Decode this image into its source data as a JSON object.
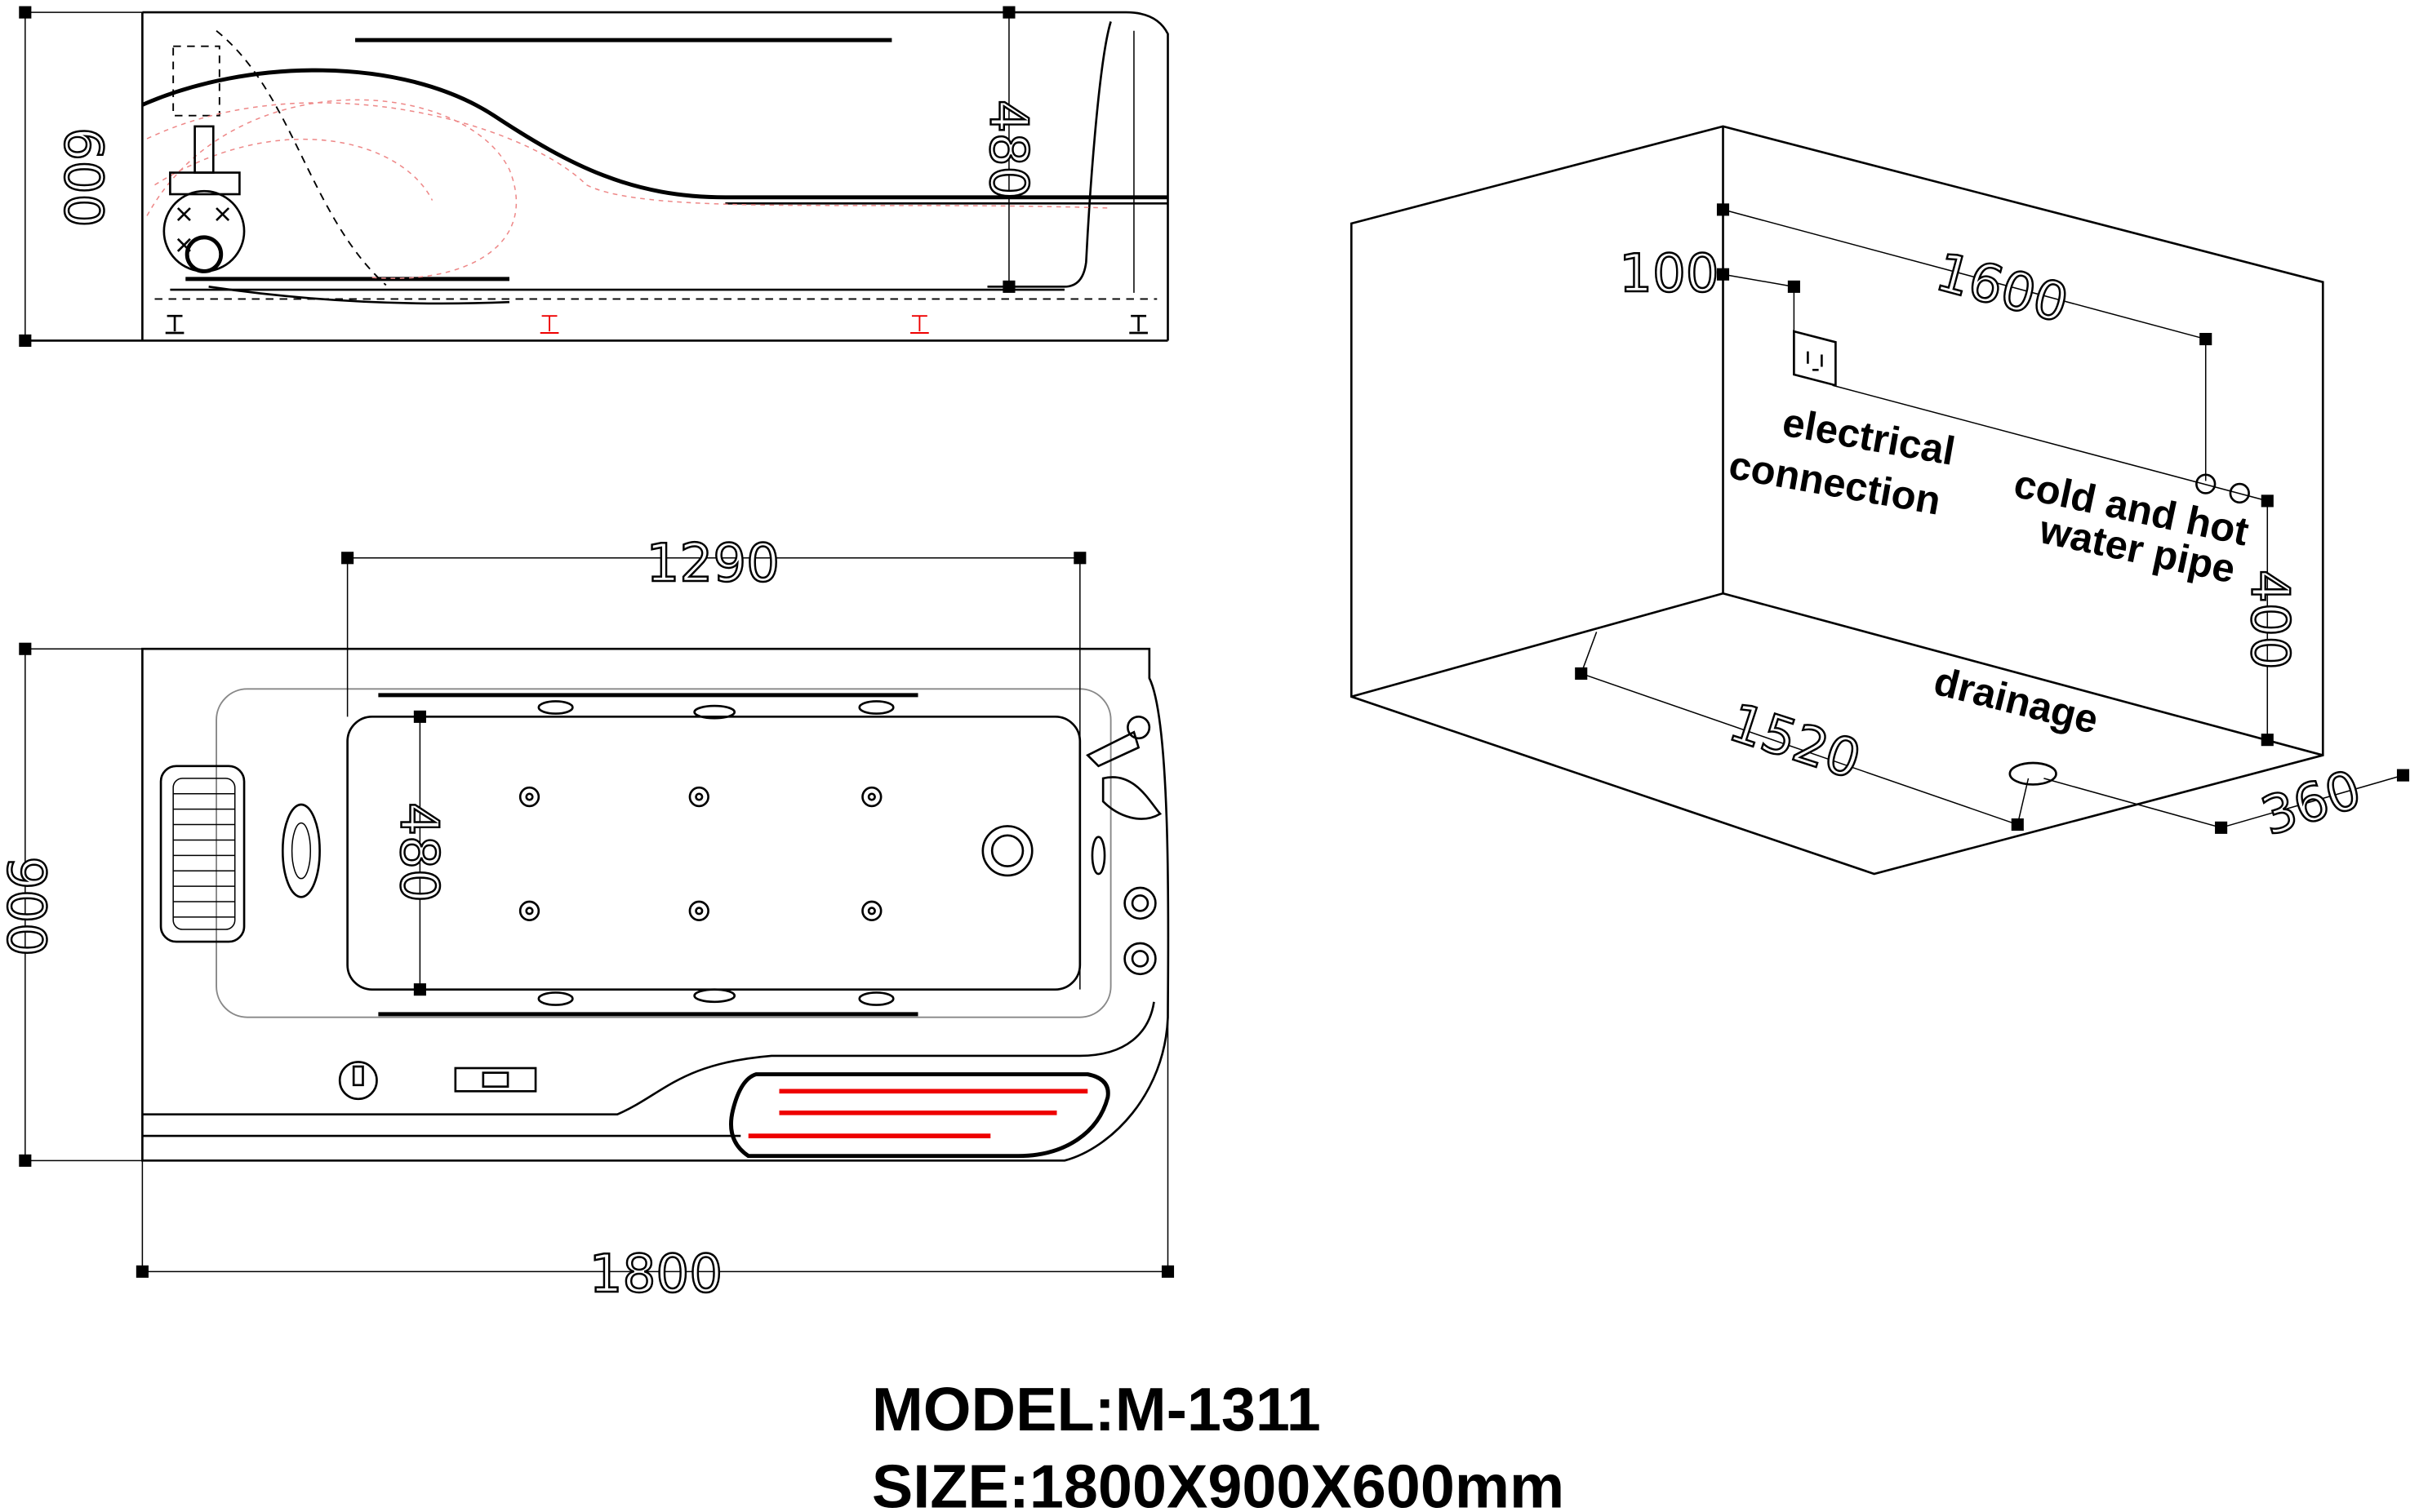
{
  "side_view": {
    "height_dim": "600",
    "inner_depth_dim": "480"
  },
  "top_view": {
    "inner_length_dim": "1290",
    "inner_width_dim": "480",
    "width_dim": "900",
    "length_dim": "1800"
  },
  "install_view": {
    "offset_dim": "100",
    "wall_length_dim": "1600",
    "pipe_height_dim": "400",
    "drain_distance_dim": "1520",
    "drain_offset_dim": "360",
    "electrical_label_1": "electrical",
    "electrical_label_2": "connection",
    "water_label_1": "cold and hot",
    "water_label_2": "water pipe",
    "drainage_label": "drainage"
  },
  "model": "MODEL:M-1311",
  "size": "SIZE:1800X900X600mm"
}
